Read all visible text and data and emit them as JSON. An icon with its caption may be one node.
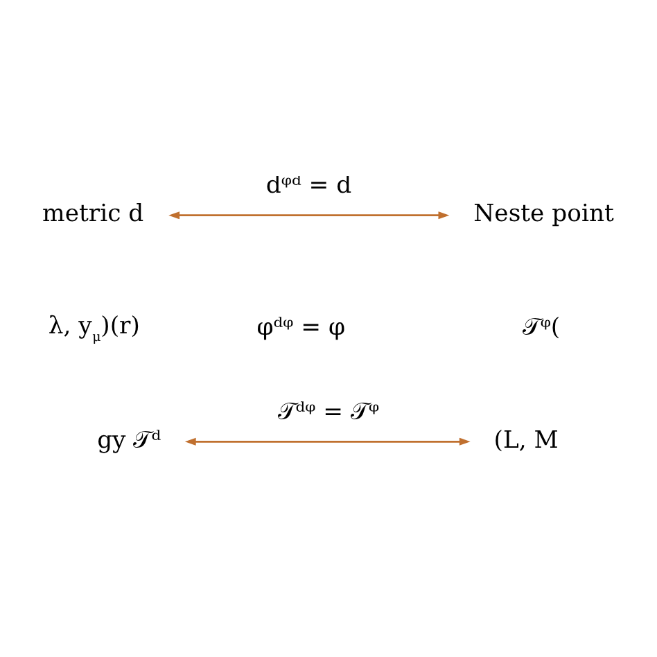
{
  "diagram": {
    "nodes": [
      {
        "text": [
          "metric d"
        ]
      },
      {
        "text": [
          "Neste point"
        ]
      },
      {
        "text": [
          "λ, y$_{μ}$)(r)"
        ]
      },
      {
        "text": [
          "𝒯ᵠ("
        ]
      },
      {
        "text": [
          "gy 𝒯ᵈ"
        ]
      },
      {
        "text": [
          "(L, M"
        ]
      }
    ],
    "edges": [
      {
        "from": 0,
        "to": 1,
        "arrow": "both",
        "label": "dᵠᵈ = d",
        "color": "#c0702f"
      },
      {
        "from": 4,
        "to": 5,
        "arrow": "both",
        "label": "𝒯ᵈᵠ = 𝒯ᵠ",
        "color": "#c0702f"
      }
    ],
    "labels": [
      "φᵈᵠ = φ"
    ]
  }
}
